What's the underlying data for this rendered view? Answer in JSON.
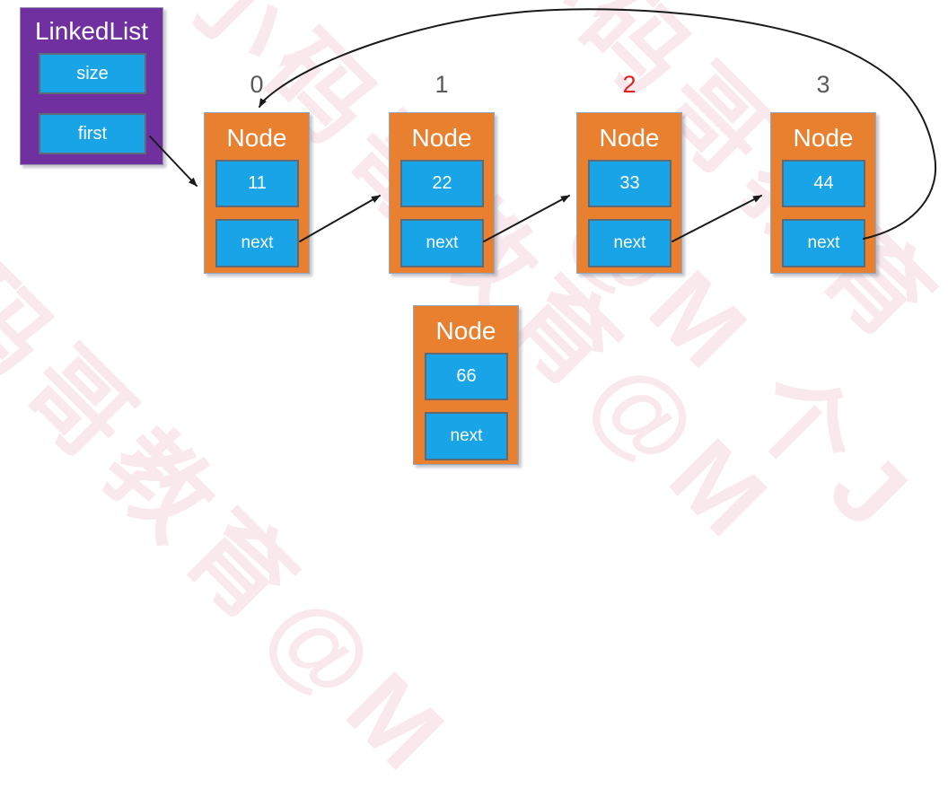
{
  "watermark": {
    "color": "#f5d7de",
    "lines": [
      "小码哥教育@M",
      "小码哥教育@M",
      "小码哥教育 个J",
      "@M 个J"
    ]
  },
  "colors": {
    "purple": "#7030A0",
    "cyan": "#18A4E6",
    "orange": "#E8802F",
    "index_gray": "#595959",
    "index_red": "#E02020",
    "arrow": "#1a1a1a"
  },
  "linked_list": {
    "title": "LinkedList",
    "fields": [
      "size",
      "first"
    ]
  },
  "nodes": [
    {
      "index": "0",
      "index_color": "#595959",
      "title": "Node",
      "value": "11",
      "next_label": "next"
    },
    {
      "index": "1",
      "index_color": "#595959",
      "title": "Node",
      "value": "22",
      "next_label": "next"
    },
    {
      "index": "2",
      "index_color": "#E02020",
      "title": "Node",
      "value": "33",
      "next_label": "next"
    },
    {
      "index": "3",
      "index_color": "#595959",
      "title": "Node",
      "value": "44",
      "next_label": "next"
    }
  ],
  "detached_node": {
    "title": "Node",
    "value": "66",
    "next_label": "next"
  },
  "edges": [
    {
      "from": "linkedlist.first",
      "to": "node0"
    },
    {
      "from": "node0.next",
      "to": "node1"
    },
    {
      "from": "node1.next",
      "to": "node2"
    },
    {
      "from": "node2.next",
      "to": "node3"
    },
    {
      "from": "node3.next",
      "to": "node0",
      "shape": "top-loop-curve"
    }
  ]
}
